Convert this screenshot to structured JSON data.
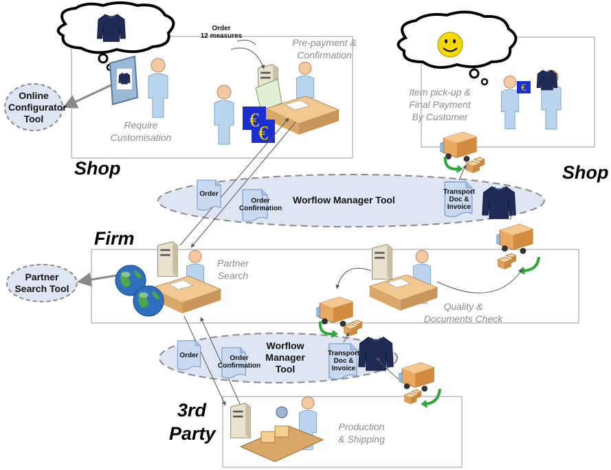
{
  "lanes": {
    "shop_left": "Shop",
    "shop_right": "Shop",
    "firm": "Firm",
    "third_party_line1": "3rd",
    "third_party_line2": "Party"
  },
  "tools": {
    "online_configurator": [
      "Online",
      "Configurator",
      "Tool"
    ],
    "partner_search": [
      "Partner",
      "Search Tool"
    ],
    "workflow_top": "Worflow Manager Tool",
    "workflow_bottom": [
      "Worflow",
      "Manager",
      "Tool"
    ]
  },
  "captions": {
    "prepayment": [
      "Pre-payment &",
      "Confirmation"
    ],
    "require": [
      "Require",
      "Customisation"
    ],
    "pickup": [
      "Item pick-up &",
      "Final Payment",
      "By Customer"
    ],
    "partner_search": [
      "Partner",
      "Search"
    ],
    "quality": [
      "Quality &",
      "Documents Check"
    ],
    "production": [
      "Production",
      "& Shipping"
    ]
  },
  "documents": {
    "order_measures": [
      "Order",
      "12 measures"
    ],
    "order_top": "Order",
    "order_confirmation_top": [
      "Order",
      "Confirmation"
    ],
    "transport_top": [
      "Transport",
      "Doc &",
      "Invoice"
    ],
    "order_bottom": "Order",
    "order_confirmation_bottom": [
      "Order",
      "Confirmation"
    ],
    "transport_bottom": [
      "Transport",
      "Doc &",
      "Invoice"
    ]
  },
  "icons": {
    "euro_symbol": "€",
    "colors": {
      "tool_ellipse_fill": "#dde6f2",
      "doc_fill": "#c9daf0",
      "sweater": "#1f2a55",
      "person": "#b9d4ec",
      "skin": "#f2c9a0",
      "truck": "#e8a860",
      "euro_bg": "#1b2fd0",
      "smiley": "#f5d800",
      "green_arrow": "#2ea63c"
    }
  }
}
